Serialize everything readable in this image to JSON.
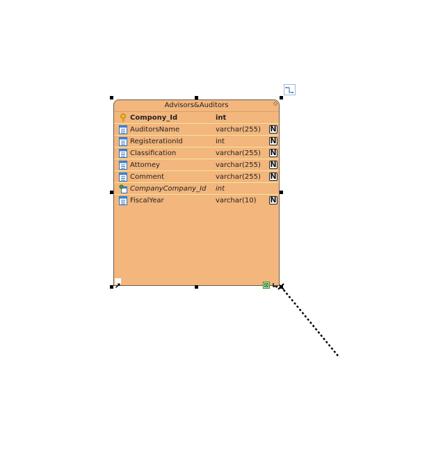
{
  "entity": {
    "title": "Advisors&Auditors",
    "columns": [
      {
        "name": "Compony_Id",
        "type": "int",
        "key": "primary",
        "nullable": false,
        "icon": "primary-key-icon"
      },
      {
        "name": "AuditorsName",
        "type": "varchar(255)",
        "key": "none",
        "nullable": true,
        "nullable_label": "N",
        "icon": "column-icon"
      },
      {
        "name": "RegisterationId",
        "type": "int",
        "key": "none",
        "nullable": true,
        "nullable_label": "N",
        "icon": "column-icon"
      },
      {
        "name": "Classification",
        "type": "varchar(255)",
        "key": "none",
        "nullable": true,
        "nullable_label": "N",
        "icon": "column-icon"
      },
      {
        "name": "Attorney",
        "type": "varchar(255)",
        "key": "none",
        "nullable": true,
        "nullable_label": "N",
        "icon": "column-icon"
      },
      {
        "name": "Comment",
        "type": "varchar(255)",
        "key": "none",
        "nullable": true,
        "nullable_label": "N",
        "icon": "column-icon"
      },
      {
        "name": "CompanyCompany_Id",
        "type": "int",
        "key": "foreign",
        "nullable": false,
        "icon": "foreign-key-icon"
      },
      {
        "name": "FiscalYear",
        "type": "varchar(10)",
        "key": "none",
        "nullable": true,
        "nullable_label": "N",
        "icon": "column-icon"
      }
    ]
  },
  "colors": {
    "entity_fill": "#f3b67d",
    "row_separator": "#f5e79a",
    "handle": "#000000"
  },
  "icons": {
    "connector": "connector-icon",
    "expand": "expand-arrow-icon",
    "model_element": "model-element-icon",
    "resize": "resize-icon"
  }
}
